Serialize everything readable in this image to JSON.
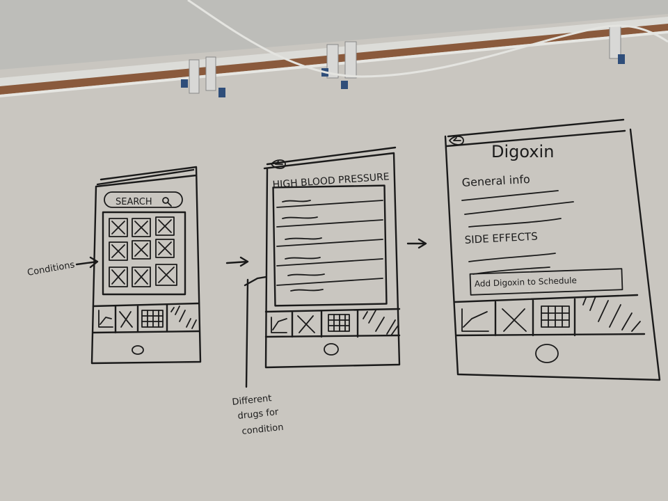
{
  "colors": {
    "board": "#c9c6c0",
    "board_top": "#a9a8a3",
    "wall": "#c4c4c1",
    "rail_wood": "#8a5a3c",
    "rail_metal": "#dcdcd8",
    "ink": "#1a1a1a"
  },
  "sketch_1": {
    "search_label": "SEARCH",
    "annotation": "Conditions"
  },
  "sketch_2": {
    "title": "HIGH BLOOD PRESSURE",
    "annotation_line1": "Different",
    "annotation_line2": "drugs for",
    "annotation_line3": "condition"
  },
  "sketch_3": {
    "title": "Digoxin",
    "section_1": "General info",
    "section_2": "SIDE EFFECTS",
    "button_label": "Add Digoxin to Schedule"
  },
  "icons": [
    "back-arrow-icon",
    "search-icon",
    "chart-icon",
    "close-x-icon",
    "calendar-grid-icon",
    "pill-hatch-icon",
    "home-button-icon",
    "flow-arrow-icon"
  ]
}
